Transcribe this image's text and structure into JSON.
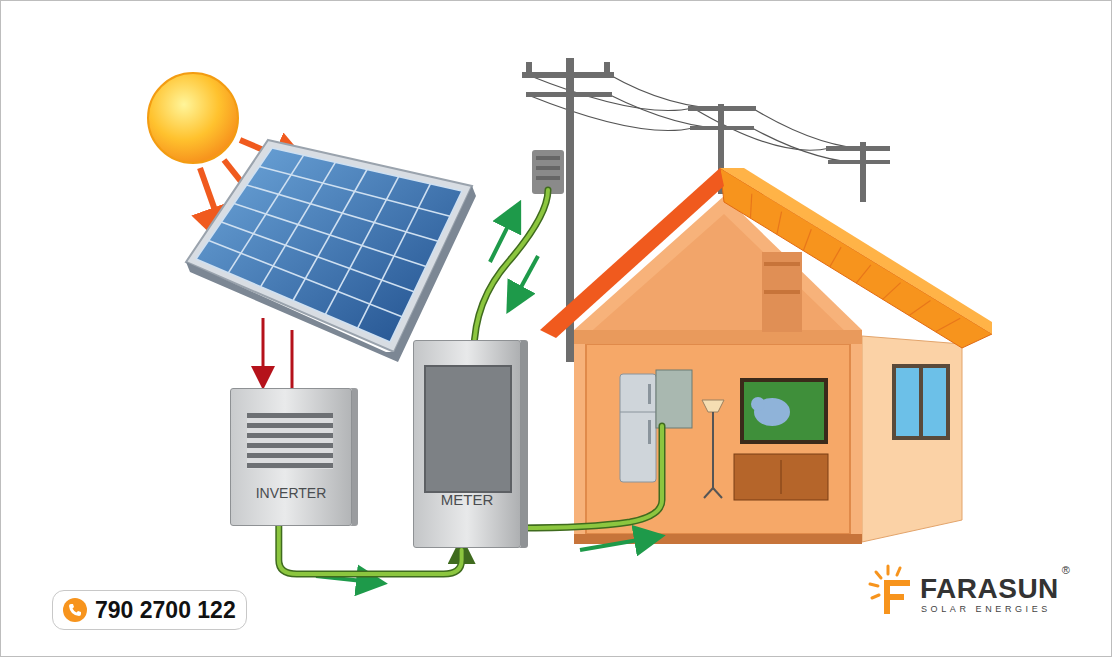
{
  "diagram": {
    "nodes": [
      {
        "text": [
          "INVERTER"
        ]
      },
      {
        "text": [
          "METER"
        ]
      },
      {
        "text": [
          "790 2700 122"
        ]
      }
    ],
    "edges": [
      {
        "from": 0,
        "to": 1,
        "arrow": "to"
      }
    ],
    "labels": [
      "FARASUN",
      "SOLAR ENERGIES",
      "®"
    ]
  }
}
